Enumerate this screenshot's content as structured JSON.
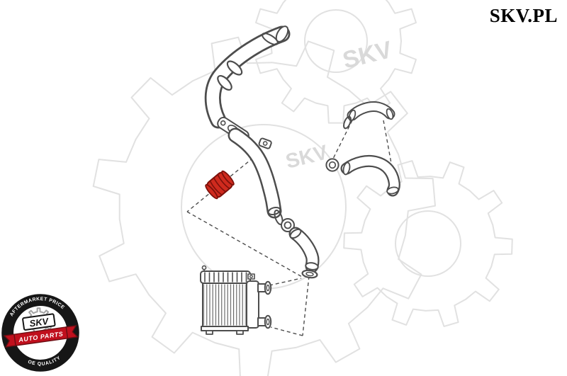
{
  "brand": {
    "logo": "SKV.PL"
  },
  "watermark": {
    "text": "SKV"
  },
  "badge": {
    "arc_top": "AFTERMARKET PRICE",
    "arc_bottom": "OE QUALITY",
    "name": "SKV",
    "ribbon": "AUTO PARTS"
  },
  "colors": {
    "line": "#4d4d4d",
    "watermark": "#e1e1e1",
    "watermark_text": "#d9d9d9",
    "highlight": "#cf2a1e",
    "highlight_dark": "#7d110b",
    "badge_red": "#c0101d",
    "badge_red_dark": "#6b0d12",
    "ink": "#161616"
  }
}
